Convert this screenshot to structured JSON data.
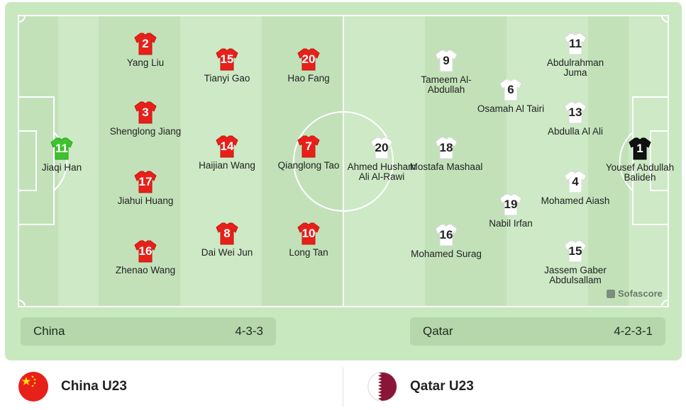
{
  "home_team": {
    "formation_label": "China",
    "formation": "4-3-3",
    "short_name": "China U23",
    "players": [
      {
        "num": "11",
        "name": "Jiaqi Han",
        "kit": "gk-home"
      },
      {
        "num": "2",
        "name": "Yang Liu",
        "kit": "home"
      },
      {
        "num": "3",
        "name": "Shenglong Jiang",
        "kit": "home"
      },
      {
        "num": "17",
        "name": "Jiahui Huang",
        "kit": "home"
      },
      {
        "num": "16",
        "name": "Zhenao Wang",
        "kit": "home"
      },
      {
        "num": "15",
        "name": "Tianyi Gao",
        "kit": "home"
      },
      {
        "num": "14",
        "name": "Haijian Wang",
        "kit": "home"
      },
      {
        "num": "8",
        "name": "Dai Wei Jun",
        "kit": "home"
      },
      {
        "num": "20",
        "name": "Hao Fang",
        "kit": "home"
      },
      {
        "num": "7",
        "name": "Qianglong Tao",
        "kit": "home"
      },
      {
        "num": "10",
        "name": "Long Tan",
        "kit": "home"
      }
    ]
  },
  "away_team": {
    "formation_label": "Qatar",
    "formation": "4-2-3-1",
    "short_name": "Qatar U23",
    "players": [
      {
        "num": "1",
        "name": "Yousef Abdullah Balideh",
        "kit": "gk-away"
      },
      {
        "num": "11",
        "name": "Abdulrahman Juma",
        "kit": "away"
      },
      {
        "num": "13",
        "name": "Abdulla Al Ali",
        "kit": "away"
      },
      {
        "num": "4",
        "name": "Mohamed Aiash",
        "kit": "away"
      },
      {
        "num": "15",
        "name": "Jassem Gaber Abdulsallam",
        "kit": "away"
      },
      {
        "num": "6",
        "name": "Osamah Al Tairi",
        "kit": "away"
      },
      {
        "num": "19",
        "name": "Nabil Irfan",
        "kit": "away"
      },
      {
        "num": "9",
        "name": "Tameem Al-Abdullah",
        "kit": "away"
      },
      {
        "num": "18",
        "name": "Mostafa Mashaal",
        "kit": "away"
      },
      {
        "num": "16",
        "name": "Mohamed Surag",
        "kit": "away"
      },
      {
        "num": "20",
        "name": "Ahmed Husham Ali Al-Rawi",
        "kit": "away"
      }
    ]
  },
  "watermark": "Sofascore",
  "colors": {
    "home_kit": "#e8201a",
    "gk_home_kit": "#3ec22e",
    "away_kit": "#ffffff",
    "gk_away_kit": "#111111",
    "pitch_light": "#cde9c5",
    "pitch_dark": "#c0e0b6"
  }
}
